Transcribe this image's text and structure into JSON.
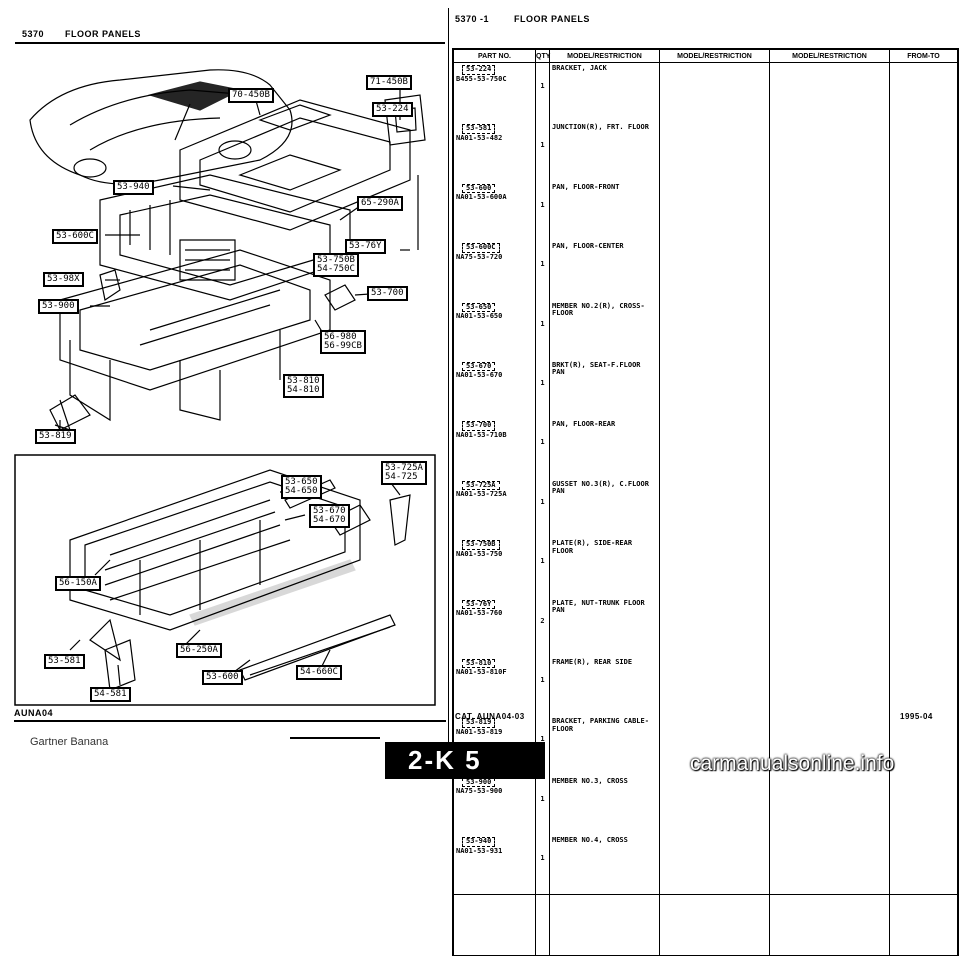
{
  "left_header": {
    "code": "5370",
    "title": "FLOOR PANELS"
  },
  "right_header": {
    "code": "5370 -1",
    "title": "FLOOR PANELS"
  },
  "table": {
    "columns": [
      "PART NO.",
      "QTY",
      "MODEL/RESTRICTION",
      "MODEL/RESTRICTION",
      "MODEL/RESTRICTION",
      "FROM-TO"
    ],
    "rows": [
      {
        "ref": "53-224",
        "part": "B455-53-750C",
        "qty": "1",
        "desc": "BRACKET, JACK"
      },
      {
        "ref": "53-581",
        "part": "NA01-53-482",
        "qty": "1",
        "desc": "JUNCTION(R), FRT. FLOOR"
      },
      {
        "ref": "53-600",
        "part": "NA01-53-600A",
        "qty": "1",
        "desc": "PAN, FLOOR-FRONT"
      },
      {
        "ref": "53-600C",
        "part": "NA75-53-720",
        "qty": "1",
        "desc": "PAN, FLOOR-CENTER"
      },
      {
        "ref": "53-650",
        "part": "NA01-53-650",
        "qty": "1",
        "desc": "MEMBER NO.2(R), CROSS-FLOOR"
      },
      {
        "ref": "53-670",
        "part": "NA01-53-670",
        "qty": "1",
        "desc": "BRKT(R), SEAT-F.FLOOR PAN"
      },
      {
        "ref": "53-700",
        "part": "NA01-53-710B",
        "qty": "1",
        "desc": "PAN, FLOOR-REAR"
      },
      {
        "ref": "53-725A",
        "part": "NA01-53-725A",
        "qty": "1",
        "desc": "GUSSET NO.3(R), C.FLOOR PAN"
      },
      {
        "ref": "53-750B",
        "part": "NA01-53-750",
        "qty": "1",
        "desc": "PLATE(R), SIDE-REAR FLOOR"
      },
      {
        "ref": "53-76Y",
        "part": "NA01-53-760",
        "qty": "2",
        "desc": "PLATE, NUT-TRUNK FLOOR PAN"
      },
      {
        "ref": "53-810",
        "part": "NA01-53-810F",
        "qty": "1",
        "desc": "FRAME(R), REAR SIDE"
      },
      {
        "ref": "53-819",
        "part": "NA01-53-819",
        "qty": "1",
        "desc": "BRACKET, PARKING CABLE-FLOOR"
      },
      {
        "ref": "53-900",
        "part": "NA75-53-900",
        "qty": "1",
        "desc": "MEMBER NO.3, CROSS"
      },
      {
        "ref": "53-940",
        "part": "NA01-53-931",
        "qty": "1",
        "desc": "MEMBER NO.4, CROSS"
      }
    ]
  },
  "callouts": {
    "c71_450B": "71-450B",
    "c70_450B": "70-450B",
    "c53_224": "53-224",
    "c53_940": "53-940",
    "c65_290A": "65-290A",
    "c53_600C": "53-600C",
    "c53_76Y": "53-76Y",
    "c53_750B": "53-750B",
    "c54_750C": "54-750C",
    "c53_98X": "53-98X",
    "c53_700": "53-700",
    "c53_900": "53-900",
    "c56_980": "56-980",
    "c56_99CB": "56-99CB",
    "c53_810": "53-810",
    "c54_810": "54-810",
    "c53_819": "53-819",
    "c53_650": "53-650",
    "c54_650": "54-650",
    "c53_725A": "53-725A",
    "c54_725": "54-725",
    "c53_670": "53-670",
    "c54_670": "54-670",
    "c56_150A": "56-150A",
    "c56_250A": "56-250A",
    "c53_581": "53-581",
    "c53_600": "53-600",
    "c54_660C": "54-660C",
    "c54_581": "54-581"
  },
  "footer": {
    "left_code": "AUNA04",
    "right_code": "CAT. AUNA04-03",
    "date": "1995-04",
    "watermark_left": "Gartner Banana",
    "page": "2-K 5",
    "watermark_right": "carmanualsonline.info"
  }
}
